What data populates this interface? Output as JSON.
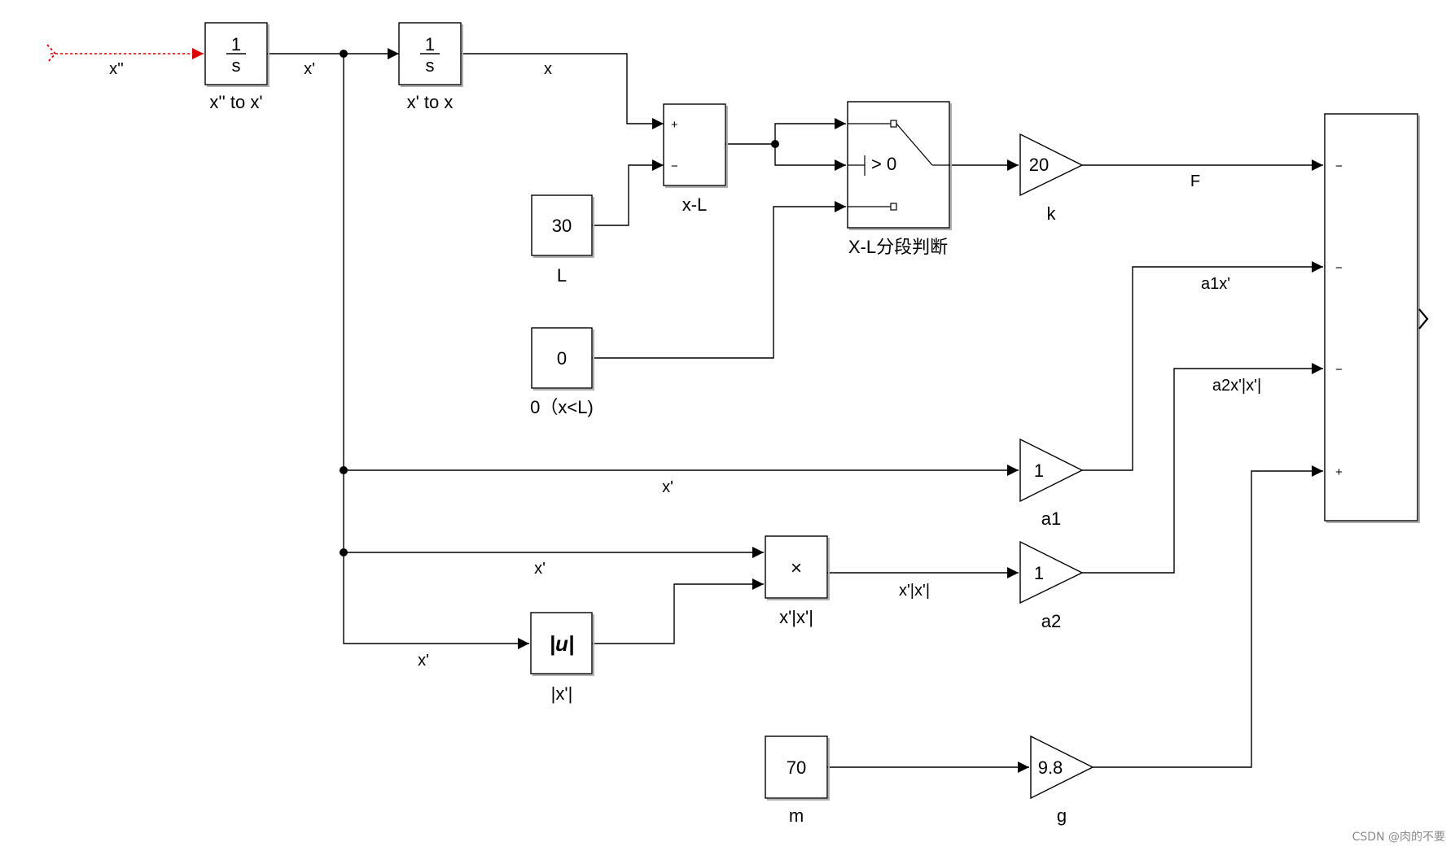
{
  "blocks": {
    "int1": {
      "num": "1",
      "den": "s",
      "label": "x'' to x'"
    },
    "int2": {
      "num": "1",
      "den": "s",
      "label": "x' to x"
    },
    "sum_xl": {
      "plus": "+",
      "minus": "−",
      "label": "x-L"
    },
    "const_L": {
      "value": "30",
      "label": "L"
    },
    "const_0": {
      "value": "0",
      "label": "0（x<L)"
    },
    "switch": {
      "criterion": "> 0",
      "label": "X-L分段判断"
    },
    "gain_k": {
      "value": "20",
      "label": "k"
    },
    "gain_a1": {
      "value": "1",
      "label": "a1"
    },
    "gain_a2": {
      "value": "1",
      "label": "a2"
    },
    "gain_g": {
      "value": "9.8",
      "label": "g"
    },
    "const_m": {
      "value": "70",
      "label": "m"
    },
    "product": {
      "symbol": "×",
      "label": "x'|x'|"
    },
    "abs": {
      "symbol": "|u|",
      "label": "|x'|"
    },
    "sum_main": {
      "signs": [
        "−",
        "−",
        "−",
        "+"
      ]
    }
  },
  "signals": {
    "in": "x''",
    "xd1": "x'",
    "x": "x",
    "F": "F",
    "a1x": "a1x'",
    "a2x": "a2x'|x'|",
    "xd2": "x'",
    "xd3": "x'",
    "xd4": "x'",
    "xabs": "x'|x'|"
  },
  "watermark": "CSDN @肉的不要",
  "colors": {
    "line": "#000000",
    "input_signal": "#e00000",
    "watermark": "#8a8a8a"
  }
}
